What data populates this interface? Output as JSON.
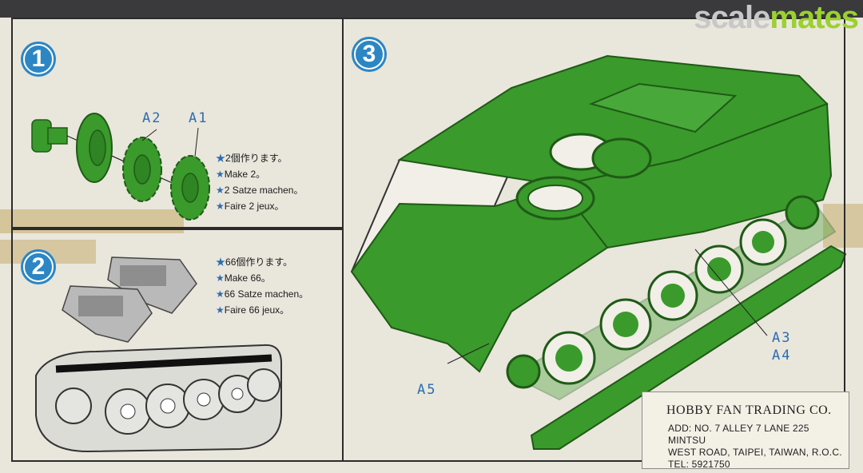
{
  "watermark": {
    "part1": "scale",
    "part2": "mates"
  },
  "step1": {
    "number": "1",
    "labels": [
      "A2",
      "A1"
    ],
    "instructions": [
      "2個作ります。",
      "Make 2。",
      "2 Satze machen。",
      "Faire 2 jeux。"
    ]
  },
  "step2": {
    "number": "2",
    "instructions": [
      "66個作ります。",
      "Make 66。",
      "66 Satze machen。",
      "Faire 66 jeux。"
    ]
  },
  "step3": {
    "number": "3",
    "labels": [
      "A3",
      "A4",
      "A5"
    ]
  },
  "company": {
    "name": "HOBBY FAN TRADING CO.",
    "address": [
      "ADD: NO. 7 ALLEY 7 LANE 225 MINTSU",
      "WEST ROAD, TAIPEI, TAIWAN, R.O.C.",
      "TEL: 5921750"
    ]
  },
  "colors": {
    "part_green": "#3a9a2b",
    "badge_blue": "#2c86c4",
    "label_blue": "#2c6db0",
    "paper": "#e9e6dc"
  }
}
